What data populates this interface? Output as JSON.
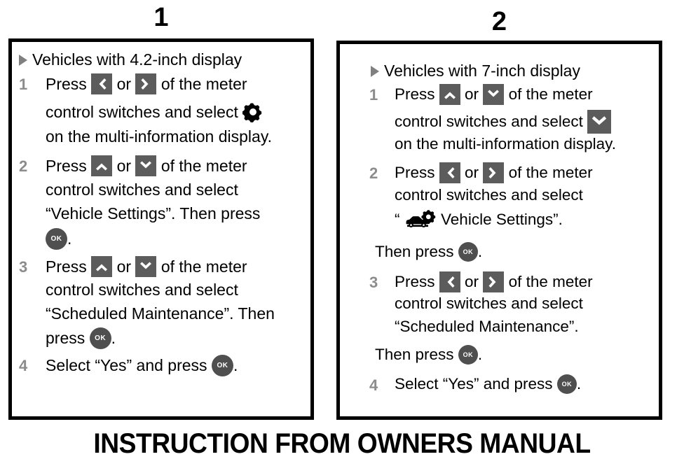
{
  "caption": "INSTRUCTION FROM OWNERS MANUAL",
  "panels": [
    {
      "number": "1",
      "heading": "Vehicles with 4.2-inch display",
      "steps": [
        {
          "number": "1",
          "lines": [
            {
              "pre": "Press",
              "icons": [
                "chevron-left",
                "chevron-right"
              ],
              "mid": "or",
              "post": "of the meter"
            },
            {
              "pre": "control switches and select",
              "icons": [
                "gear"
              ],
              "post": ""
            },
            {
              "pre": "on the multi-information display.",
              "icons": [],
              "post": ""
            }
          ]
        },
        {
          "number": "2",
          "lines": [
            {
              "pre": "Press",
              "icons": [
                "chevron-up",
                "chevron-down"
              ],
              "mid": "or",
              "post": "of the meter"
            },
            {
              "pre": "control switches and select",
              "icons": [],
              "post": ""
            },
            {
              "pre": "“Vehicle Settings”. Then press",
              "icons": [],
              "post": ""
            },
            {
              "pre": "",
              "icons": [
                "ok"
              ],
              "post": "."
            }
          ]
        },
        {
          "number": "3",
          "lines": [
            {
              "pre": "Press",
              "icons": [
                "chevron-up",
                "chevron-down"
              ],
              "mid": "or",
              "post": "of the meter"
            },
            {
              "pre": "control switches and select",
              "icons": [],
              "post": ""
            },
            {
              "pre": "“Scheduled Maintenance”. Then",
              "icons": [],
              "post": ""
            },
            {
              "pre": "press",
              "icons": [
                "ok"
              ],
              "post": "."
            }
          ]
        },
        {
          "number": "4",
          "lines": [
            {
              "pre": "Select “Yes” and press",
              "icons": [
                "ok"
              ],
              "post": "."
            }
          ]
        }
      ]
    },
    {
      "number": "2",
      "heading": "Vehicles with 7-inch display",
      "steps": [
        {
          "number": "1",
          "lines": [
            {
              "pre": "Press",
              "icons": [
                "chevron-up",
                "chevron-down"
              ],
              "mid": "or",
              "post": "of the meter"
            },
            {
              "pre": "control switches and select",
              "icons": [
                "chevron-down-large"
              ],
              "post": ""
            },
            {
              "pre": "on the multi-information display.",
              "icons": [],
              "post": ""
            }
          ]
        },
        {
          "number": "2",
          "lines": [
            {
              "pre": "Press",
              "icons": [
                "chevron-left",
                "chevron-right"
              ],
              "mid": "or",
              "post": "of the meter"
            },
            {
              "pre": "control switches and select",
              "icons": [],
              "post": ""
            },
            {
              "pre": "“",
              "icons": [
                "car-settings"
              ],
              "post": "Vehicle Settings”."
            }
          ]
        },
        {
          "number": "",
          "lines": [
            {
              "pre": "Then press",
              "icons": [
                "ok"
              ],
              "post": "."
            }
          ]
        },
        {
          "number": "3",
          "lines": [
            {
              "pre": "Press",
              "icons": [
                "chevron-left",
                "chevron-right"
              ],
              "mid": "or",
              "post": "of the meter"
            },
            {
              "pre": "control switches and select",
              "icons": [],
              "post": ""
            },
            {
              "pre": "“Scheduled Maintenance”.",
              "icons": [],
              "post": ""
            }
          ]
        },
        {
          "number": "",
          "lines": [
            {
              "pre": "Then press",
              "icons": [
                "ok"
              ],
              "post": "."
            }
          ]
        },
        {
          "number": "4",
          "lines": [
            {
              "pre": "Select “Yes” and press",
              "icons": [
                "ok"
              ],
              "post": "."
            }
          ]
        }
      ]
    }
  ],
  "icon_labels": {
    "ok": "OK",
    "chevron_left": "chevron-left-icon",
    "chevron_right": "chevron-right-icon",
    "chevron_up": "chevron-up-icon",
    "chevron_down": "chevron-down-icon",
    "gear": "gear-icon",
    "car_settings": "car-settings-icon",
    "triangle_bullet": "triangle-bullet-icon"
  },
  "colors": {
    "chip_gray": "#5c5c5c",
    "ok_gray": "#4f4f4f",
    "step_number_gray": "#8c8c8c",
    "bullet_gray": "#808080",
    "border_black": "#000000",
    "text_black": "#000000",
    "background": "#ffffff"
  }
}
